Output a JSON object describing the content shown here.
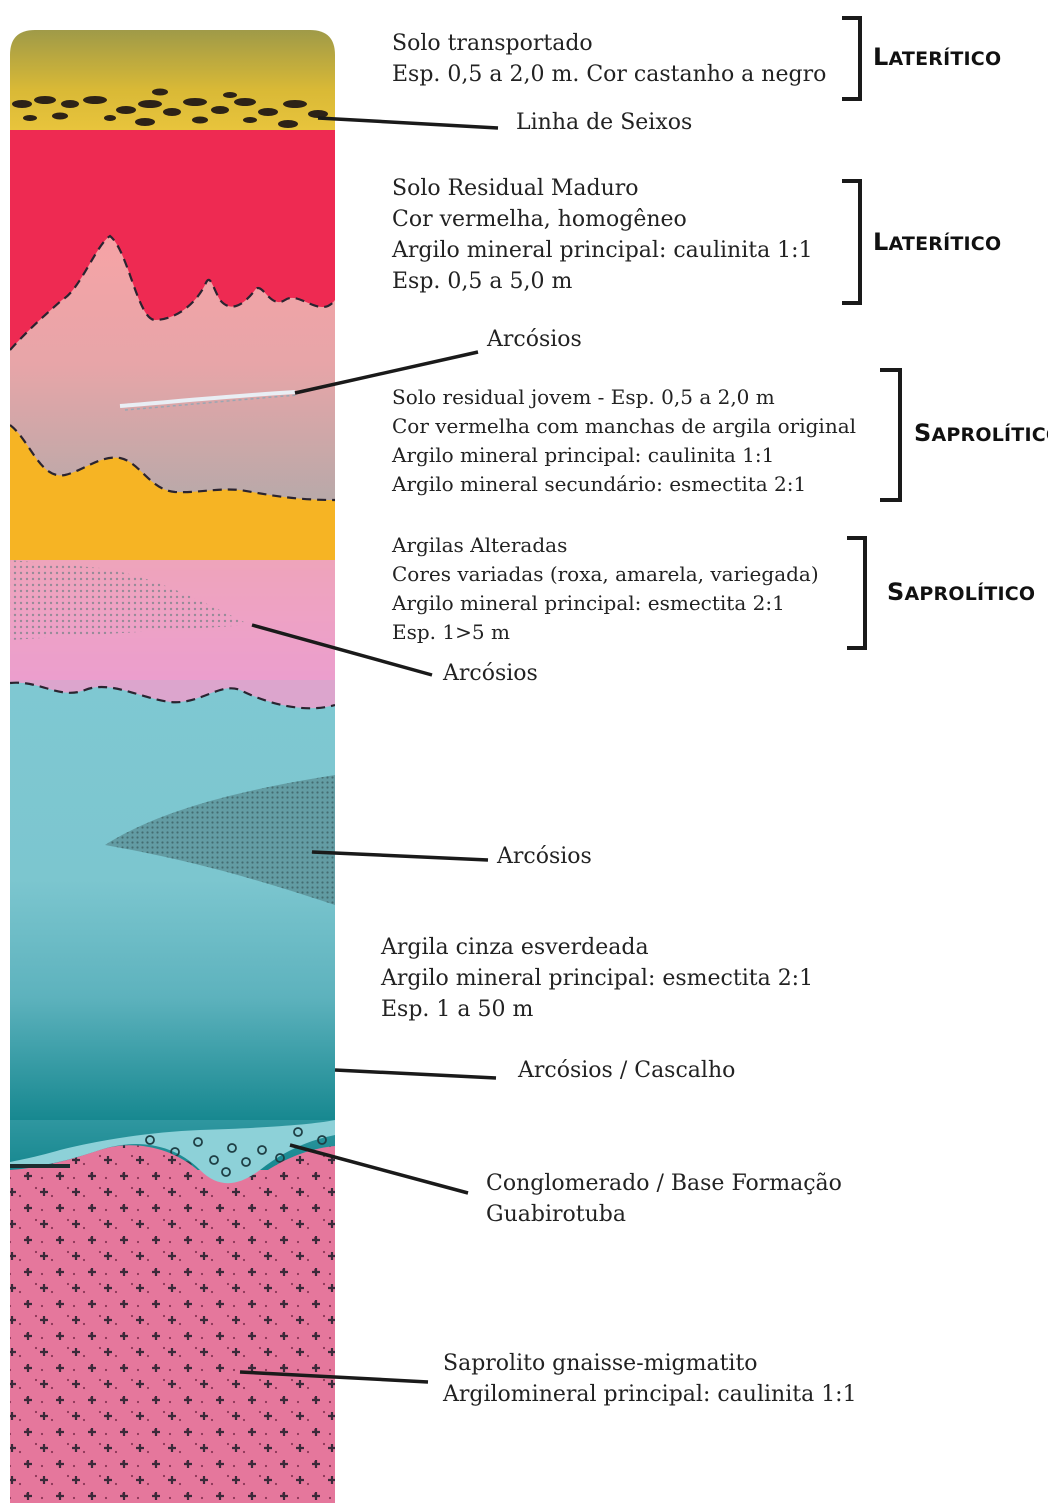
{
  "layers": [
    {
      "id": "solo-transportado",
      "lines": [
        "Solo transportado",
        "Esp. 0,5 a 2,0 m. Cor castanho a negro"
      ]
    },
    {
      "id": "solo-residual-maduro",
      "lines": [
        "Solo Residual Maduro",
        "Cor vermelha, homogêneo",
        "Argilo mineral principal: caulinita 1:1",
        "Esp. 0,5 a 5,0 m"
      ]
    },
    {
      "id": "solo-residual-jovem",
      "lines": [
        "Solo residual jovem - Esp. 0,5 a 2,0 m",
        "Cor vermelha com manchas de argila original",
        "Argilo mineral principal: caulinita 1:1",
        "Argilo mineral secundário: esmectita 2:1"
      ]
    },
    {
      "id": "argilas-alteradas",
      "lines": [
        "Argilas Alteradas",
        "Cores variadas (roxa, amarela, variegada)",
        "Argilo mineral principal: esmectita 2:1",
        "Esp. 1>5 m"
      ]
    },
    {
      "id": "argila-cinza",
      "lines": [
        "Argila cinza esverdeada",
        "Argilo mineral principal: esmectita 2:1",
        "Esp. 1 a 50 m"
      ]
    },
    {
      "id": "conglomerado",
      "lines": [
        "Conglomerado / Base Formação",
        "Guabirotuba"
      ]
    },
    {
      "id": "saprolito",
      "lines": [
        "Saprolito gnaisse-migmatito",
        "Argilomineral principal: caulinita 1:1"
      ]
    }
  ],
  "callouts": {
    "linha_seixos": "Linha de Seixos",
    "arcosios_1": "Arcósios",
    "arcosios_2": "Arcósios",
    "arcosios_3": "Arcósios",
    "arcosios_cascalho": "Arcósios / Cascalho"
  },
  "categories": {
    "lateritico_1": {
      "first": "L",
      "rest": "ATERÍTICO"
    },
    "lateritico_2": {
      "first": "L",
      "rest": "ATERÍTICO"
    },
    "saprolitico_1": {
      "first": "S",
      "rest": "APROLÍTICO"
    },
    "saprolitico_2": {
      "first": "S",
      "rest": "APROLÍTICO"
    }
  },
  "colors": {
    "olive": "#b8a23c",
    "yellow": "#e8c23a",
    "red": "#ee2a52",
    "pink": "#f1a0a8",
    "grey": "#b3b0b4",
    "orange": "#f4a81e",
    "lilac": "#e79ccb",
    "cyan": "#86c9d2",
    "teal": "#1e8e96",
    "magenta": "#e9789e"
  }
}
